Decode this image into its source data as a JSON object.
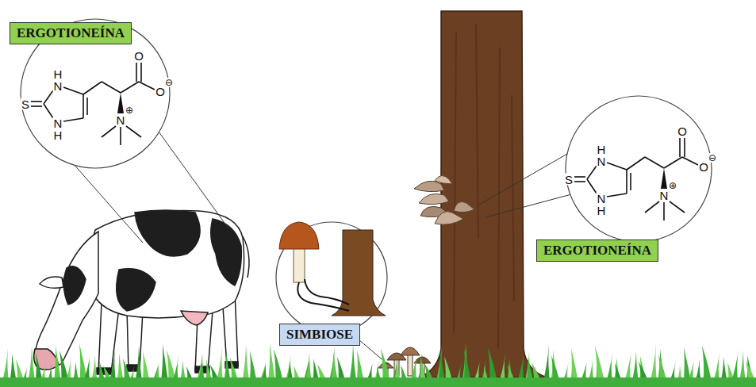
{
  "diagram": {
    "nodes": [
      {
        "text": [
          "ERGOTIONEÍNA"
        ]
      },
      {
        "text": [
          "SIMBIOSE"
        ]
      },
      {
        "text": [
          "ERGOTIONEÍNA"
        ]
      }
    ],
    "labels": [
      "S",
      "H",
      "N",
      "N",
      "H",
      "O",
      "O",
      "⊖",
      "N",
      "⊕",
      "S",
      "H",
      "N",
      "N",
      "H",
      "O",
      "O",
      "⊖",
      "N",
      "⊕"
    ]
  }
}
